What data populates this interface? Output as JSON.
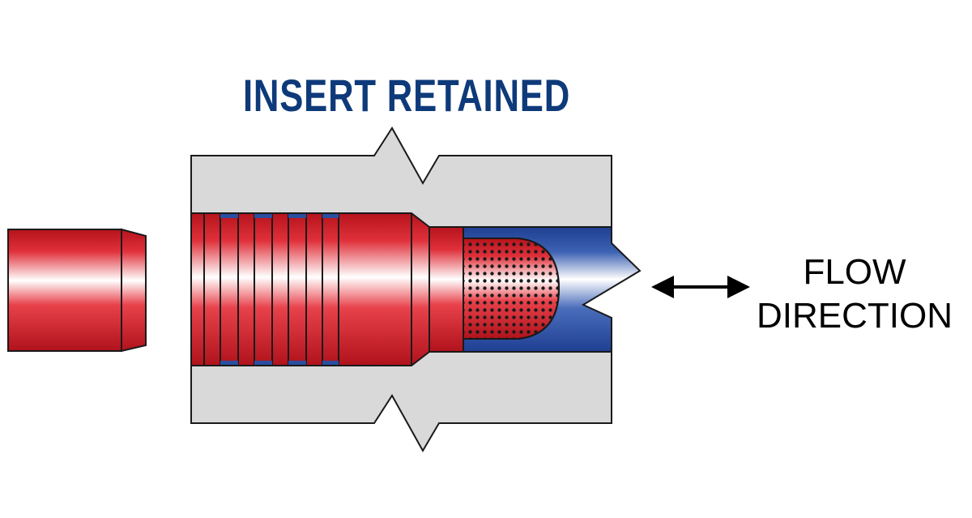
{
  "title": "INSERT RETAINED",
  "flow_label": {
    "line1": "FLOW",
    "line2": "DIRECTION"
  },
  "colors": {
    "title": "#0e3a7a",
    "housing": "#d9d9d9",
    "bore_blue": "#2a4fa0",
    "insert_red": "#d8252e",
    "outline": "#1a1a1a"
  },
  "icons": [
    "double-arrow-icon"
  ]
}
